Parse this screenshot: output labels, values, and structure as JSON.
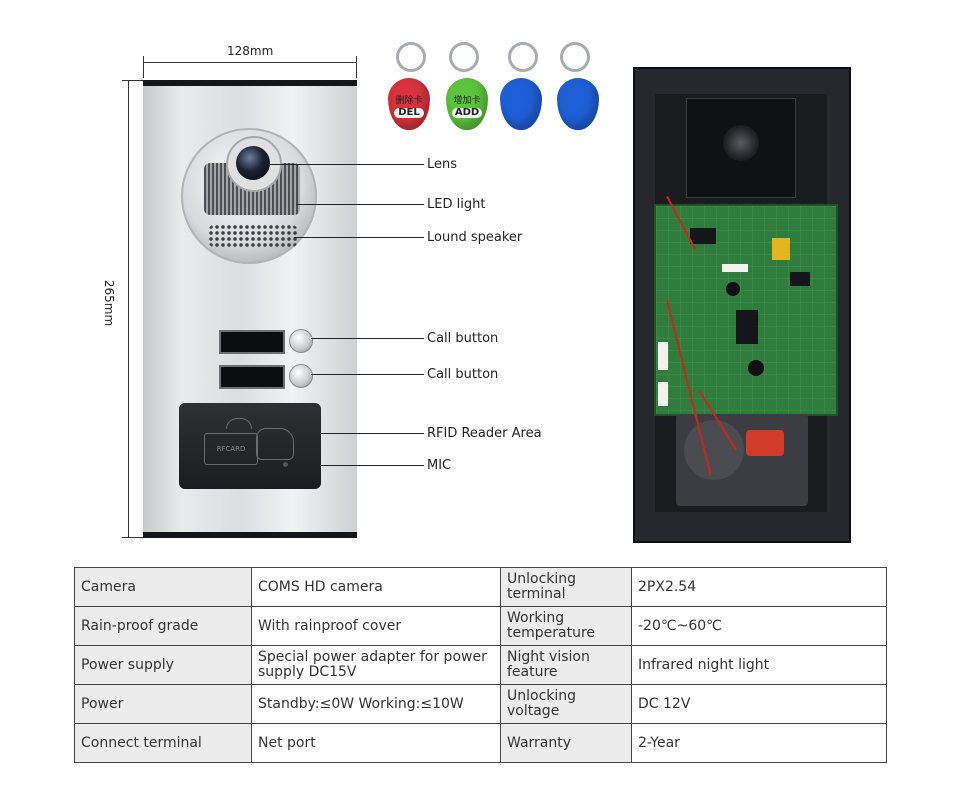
{
  "dimensions": {
    "width_label": "128mm",
    "height_label": "265mm"
  },
  "front_panel": {
    "card_text": "RFCARD",
    "callouts": [
      {
        "label": "Lens"
      },
      {
        "label": "LED light"
      },
      {
        "label": "Lound speaker"
      },
      {
        "label": "Call button"
      },
      {
        "label": "Call button"
      },
      {
        "label": "RFID Reader Area"
      },
      {
        "label": "MIC"
      }
    ]
  },
  "key_fobs": [
    {
      "color": "#d8323c",
      "chinese": "删除卡",
      "label": "DEL"
    },
    {
      "color": "#5cc43b",
      "chinese": "增加卡",
      "label": "ADD"
    },
    {
      "color": "#1f5fd6",
      "chinese": "",
      "label": ""
    },
    {
      "color": "#1f5fd6",
      "chinese": "",
      "label": ""
    }
  ],
  "specs": [
    {
      "label1": "Camera",
      "value1": "COMS HD camera",
      "label2": "Unlocking terminal",
      "value2": "2PX2.54"
    },
    {
      "label1": "Rain-proof grade",
      "value1": "With rainproof cover",
      "label2": "Working temperature",
      "value2": "-20℃~60℃"
    },
    {
      "label1": "Power supply",
      "value1": "Special power adapter for power supply DC15V",
      "label2": "Night vision feature",
      "value2": "Infrared night light"
    },
    {
      "label1": "Power",
      "value1": "Standby:≤0W   Working:≤10W",
      "label2": "Unlocking voltage",
      "value2": "DC 12V"
    },
    {
      "label1": "Connect terminal",
      "value1": "Net port",
      "label2": "Warranty",
      "value2": "2-Year"
    }
  ]
}
